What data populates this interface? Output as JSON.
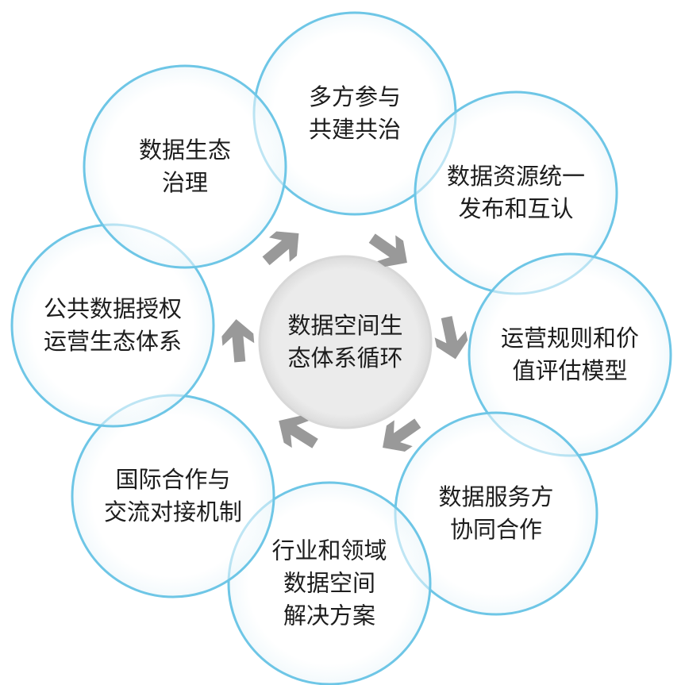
{
  "center": {
    "line1": "数据空间生",
    "line2": "态体系循环"
  },
  "nodes": [
    {
      "lines": [
        "多方参与",
        "共建共治"
      ]
    },
    {
      "lines": [
        "数据资源统一",
        "发布和互认"
      ]
    },
    {
      "lines": [
        "运营规则和价",
        "值评估模型"
      ]
    },
    {
      "lines": [
        "数据服务方",
        "协同合作"
      ]
    },
    {
      "lines": [
        "行业和领域",
        "数据空间",
        "解决方案"
      ]
    },
    {
      "lines": [
        "国际合作与",
        "交流对接机制"
      ]
    },
    {
      "lines": [
        "公共数据授权",
        "运营生态体系"
      ]
    },
    {
      "lines": [
        "数据生态",
        "治理"
      ]
    }
  ],
  "colors": {
    "ring": "#6ec6e6",
    "center_fill": "#e6e6e6",
    "arrow": "#999999"
  }
}
